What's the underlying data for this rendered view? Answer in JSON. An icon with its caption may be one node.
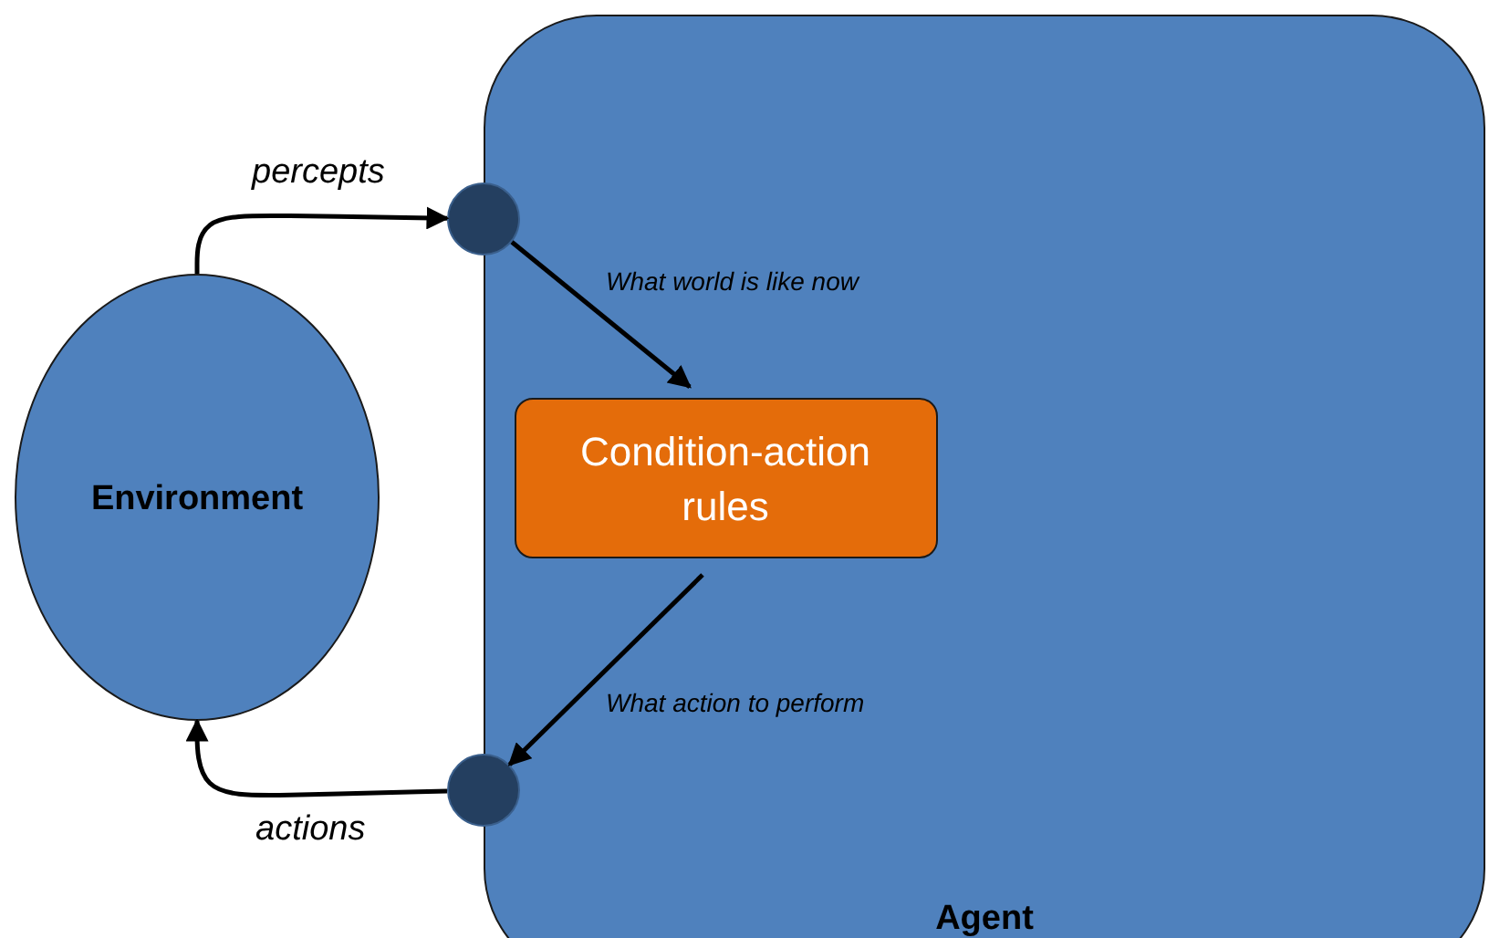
{
  "diagram": {
    "nodes": [
      {
        "text": [
          "Agent"
        ]
      },
      {
        "text": [
          "Environment"
        ]
      },
      {
        "text": [],
        "shape": "circle"
      },
      {
        "text": [],
        "shape": "circle"
      },
      {
        "text": [
          "Condition-action rules"
        ],
        "in": 0
      }
    ],
    "edges": [
      {
        "from": 1,
        "to": 2,
        "arrow": "to",
        "label": "percepts"
      },
      {
        "from": 2,
        "to": 4,
        "arrow": "to",
        "label": "What world is like now"
      },
      {
        "from": 4,
        "to": 3,
        "arrow": "to",
        "label": "What action to perform"
      },
      {
        "from": 3,
        "to": 1,
        "arrow": "to",
        "label": "actions"
      }
    ]
  }
}
